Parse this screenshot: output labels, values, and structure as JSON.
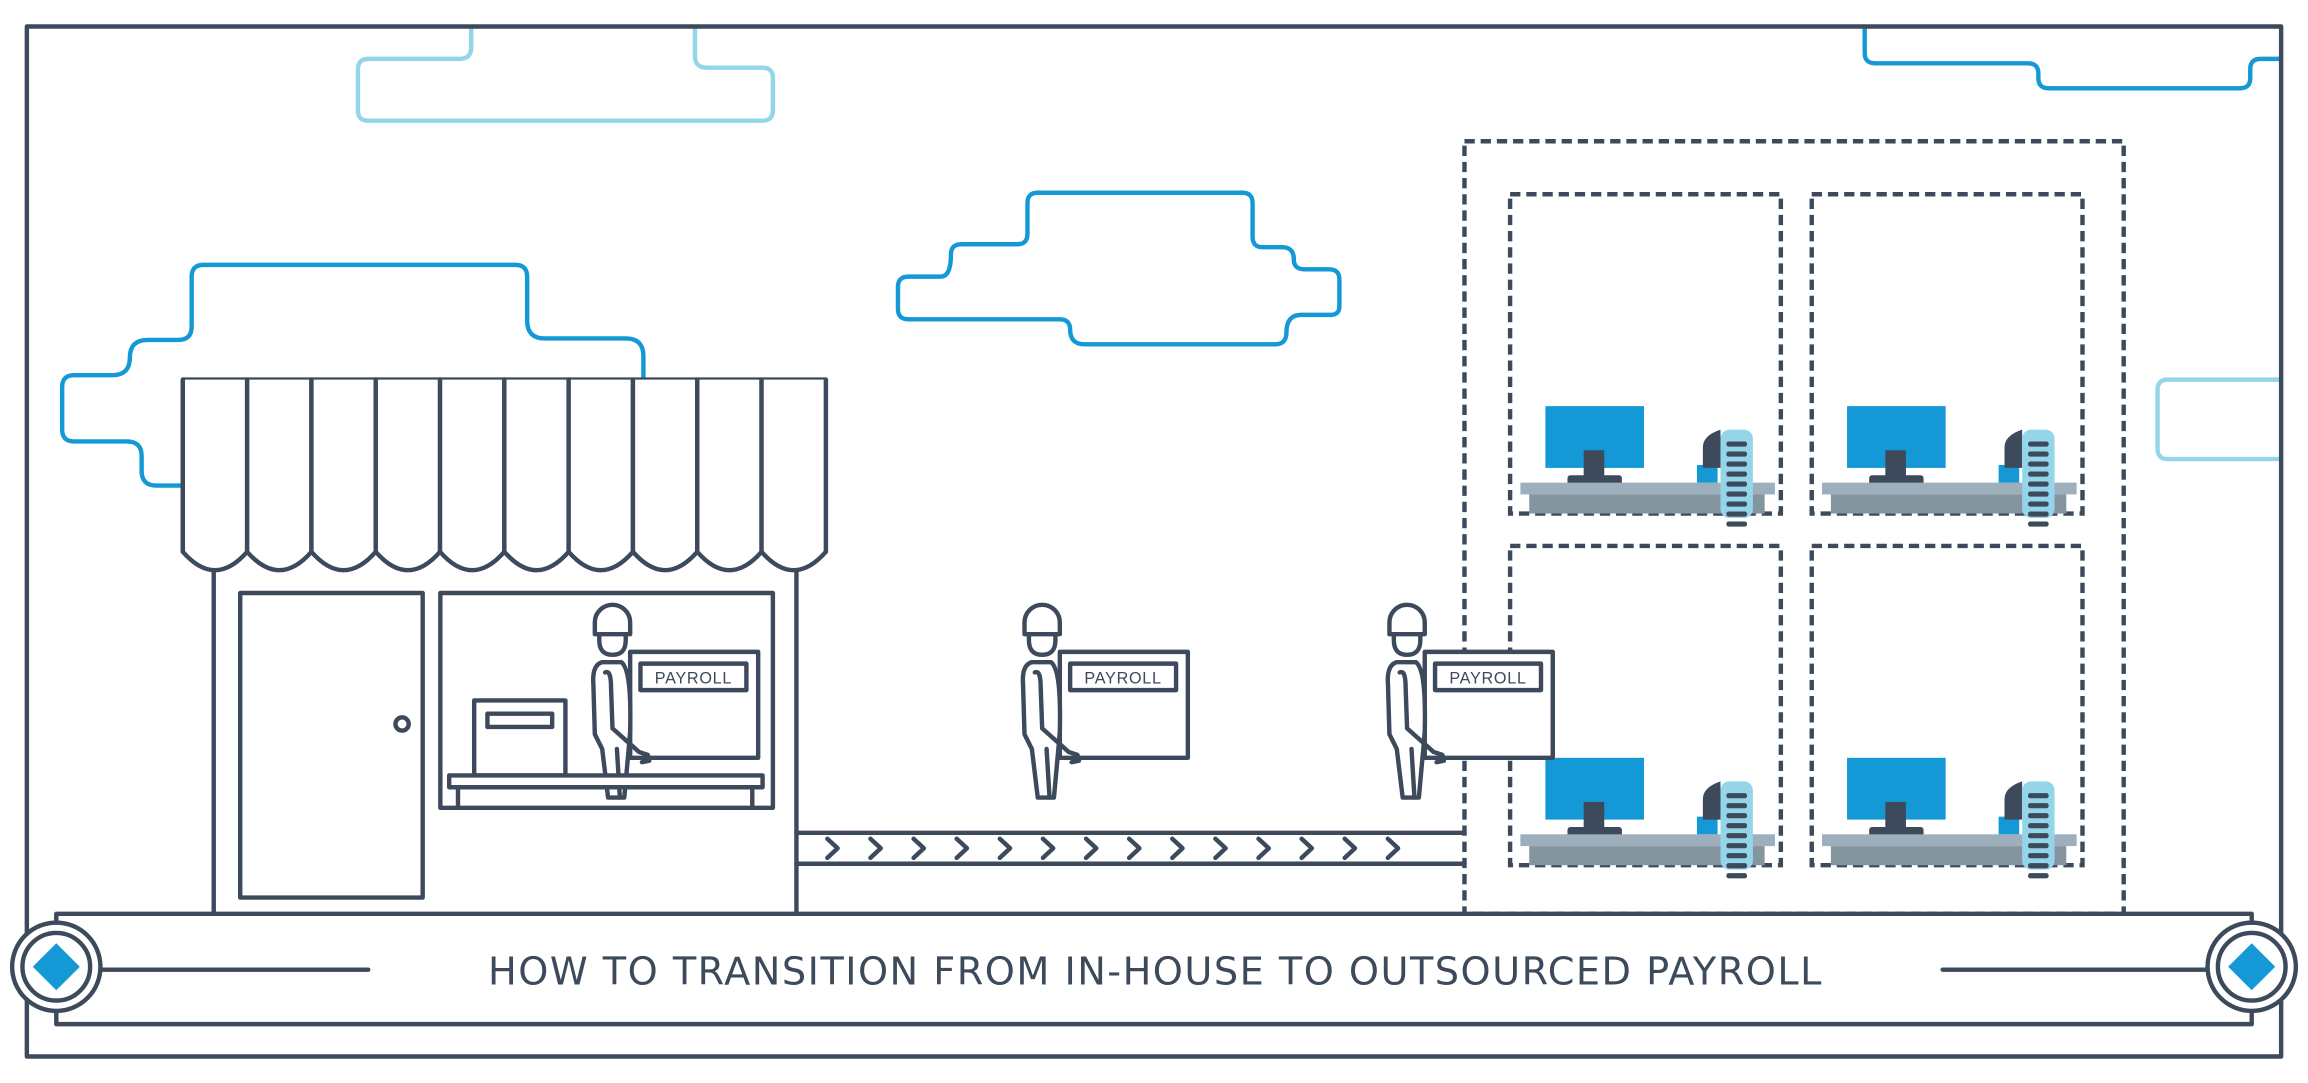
{
  "banner": {
    "title": "HOW TO TRANSITION FROM IN-HOUSE TO OUTSOURCED PAYROLL"
  },
  "boxes": [
    {
      "label": "PAYROLL"
    },
    {
      "label": "PAYROLL"
    },
    {
      "label": "PAYROLL"
    }
  ],
  "colors": {
    "line": "#3d4a5c",
    "blue": "#1599d6",
    "light_blue": "#95d5ea",
    "desk_top": "#9dafbc",
    "desk_body": "#8595a0"
  }
}
